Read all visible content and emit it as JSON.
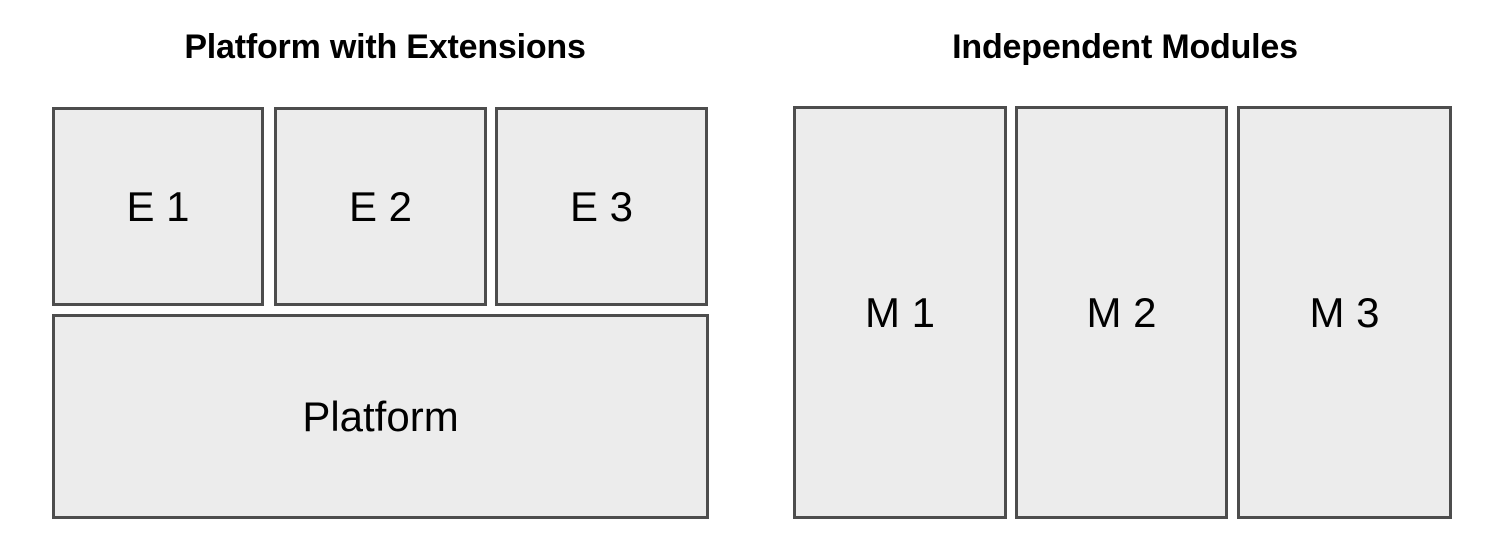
{
  "diagram": {
    "type": "architecture-comparison",
    "background_color": "#ffffff",
    "box_fill_color": "#ececec",
    "box_border_color": "#4d4d4d",
    "text_color": "#000000",
    "panels": [
      {
        "id": "platform-with-extensions",
        "title": "Platform with Extensions",
        "extensions": [
          {
            "label": "E 1"
          },
          {
            "label": "E 2"
          },
          {
            "label": "E 3"
          }
        ],
        "base": {
          "label": "Platform"
        }
      },
      {
        "id": "independent-modules",
        "title": "Independent Modules",
        "modules": [
          {
            "label": "M 1"
          },
          {
            "label": "M 2"
          },
          {
            "label": "M 3"
          }
        ]
      }
    ]
  }
}
